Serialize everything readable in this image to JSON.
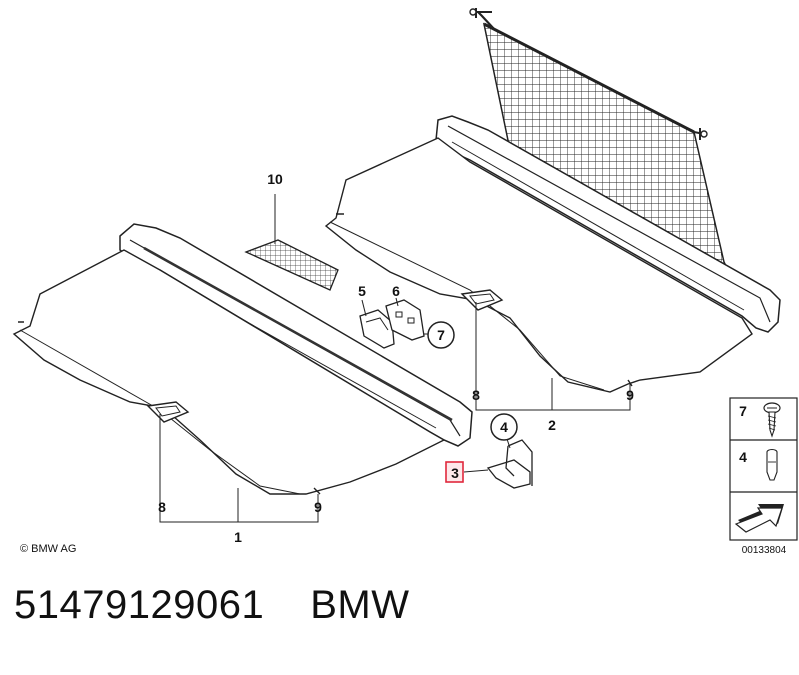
{
  "callouts": {
    "c1": "1",
    "c2": "2",
    "c3": "3",
    "c4": "4",
    "c4b": "4",
    "c5": "5",
    "c6": "6",
    "c7": "7",
    "c7b": "7",
    "c8a": "8",
    "c8b": "8",
    "c9a": "9",
    "c9b": "9",
    "c10": "10"
  },
  "copyright": "© BMW AG",
  "doc_number": "00133804",
  "part": {
    "number": "51479129061",
    "brand": "BMW"
  },
  "highlight_color": "#e0283c"
}
